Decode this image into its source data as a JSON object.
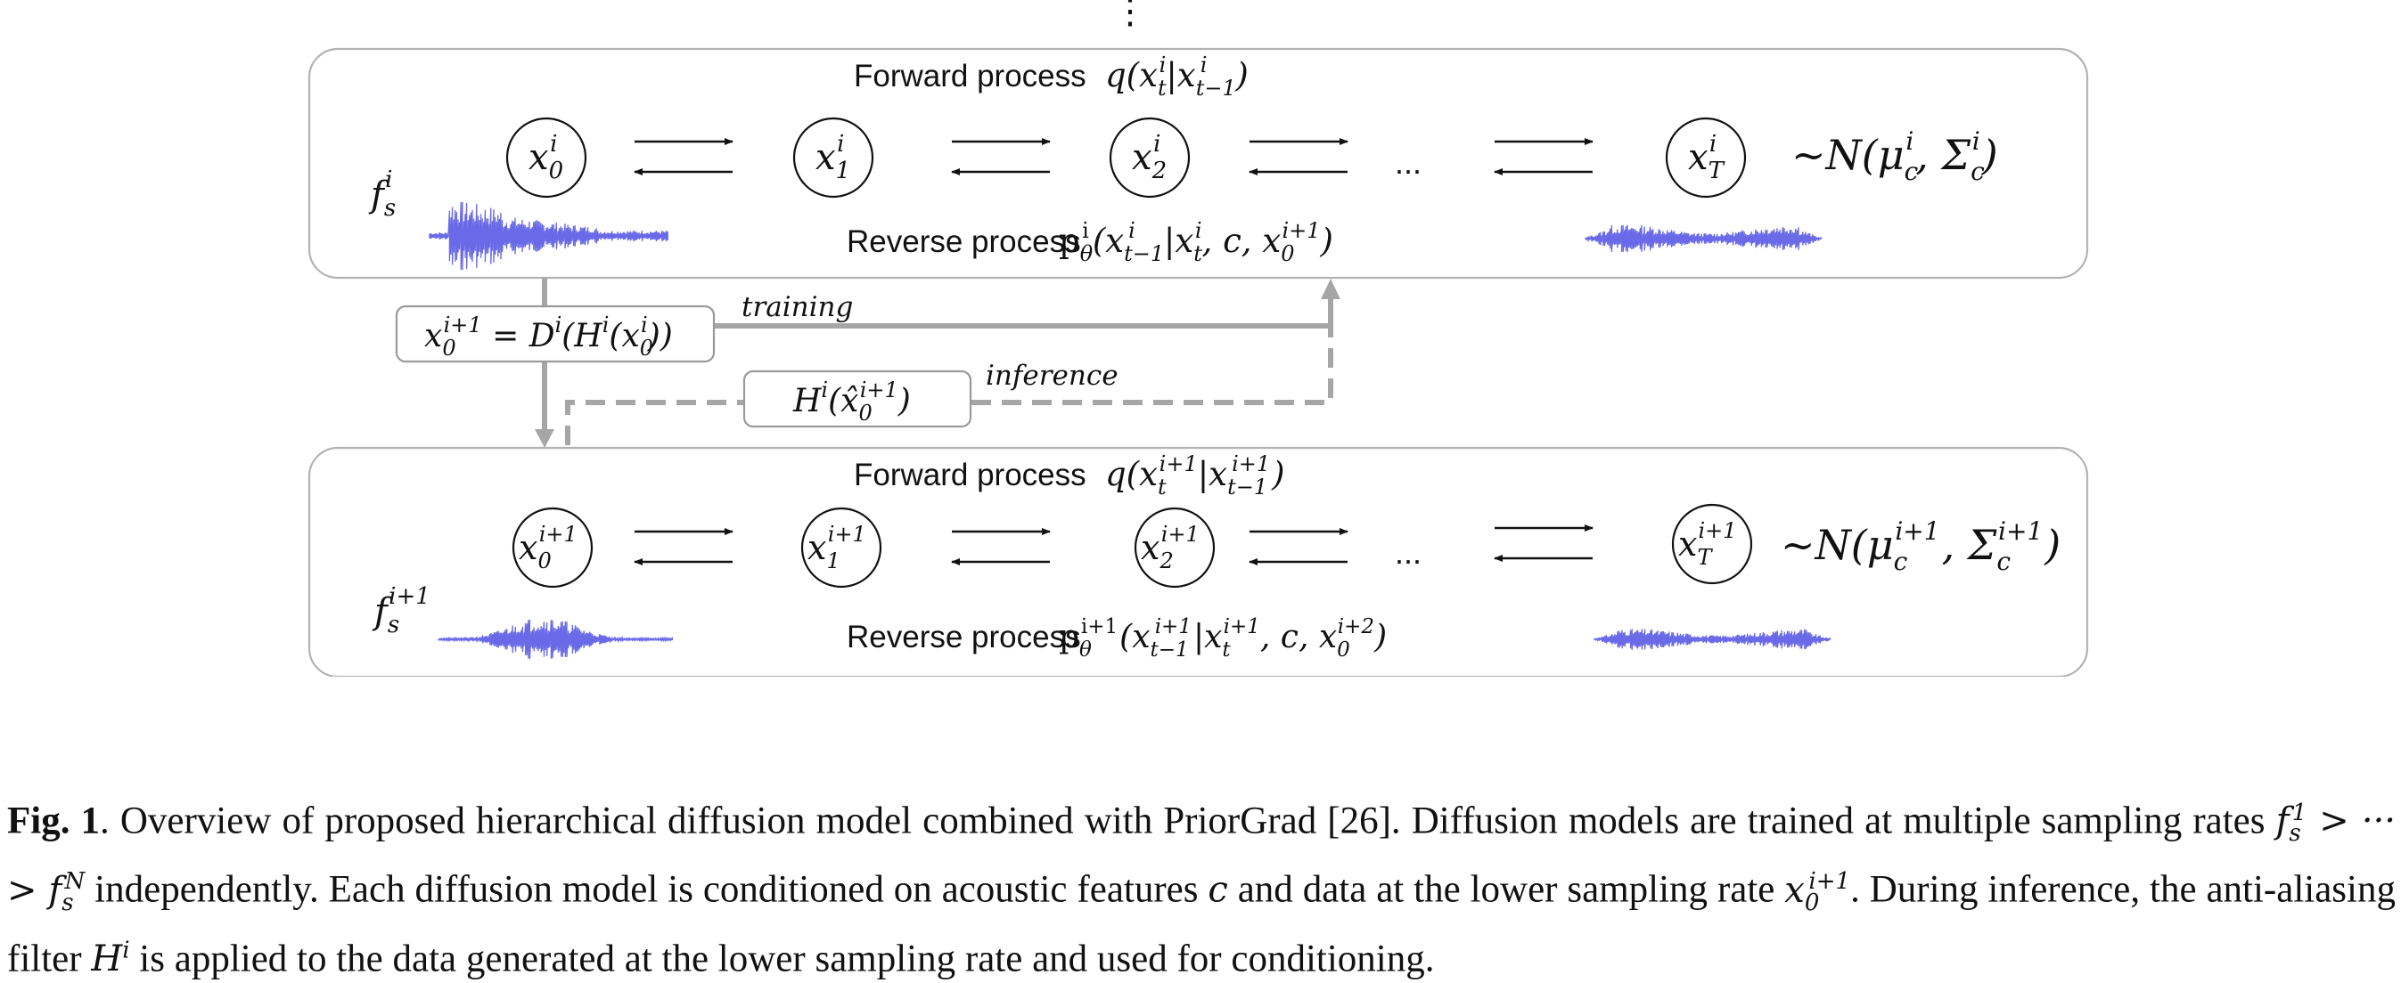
{
  "top_panel": {
    "forward_label": "Forward process",
    "forward_math": "q(x_t^i|x_{t-1}^i)",
    "reverse_label": "Reverse process",
    "reverse_math": "p_θ^i(x_{t-1}^i|x_t^i, c, x_0^{i+1})",
    "rate_label": "f_s^i",
    "distribution": "~N(μ_c^i, Σ_c^i)",
    "nodes": [
      "x_0^i",
      "x_1^i",
      "x_2^i",
      "...",
      "x_T^i"
    ]
  },
  "bottom_panel": {
    "forward_label": "Forward process",
    "forward_math": "q(x_t^{i+1}|x_{t-1}^{i+1})",
    "reverse_label": "Reverse process",
    "reverse_math": "p_θ^{i+1}(x_{t-1}^{i+1}|x_t^{i+1}, c, x_0^{i+2})",
    "rate_label": "f_s^{i+1}",
    "distribution": "~N(μ_c^{i+1}, Σ_c^{i+1})",
    "nodes": [
      "x_0^{i+1}",
      "x_1^{i+1}",
      "x_2^{i+1}",
      "...",
      "x_T^{i+1}"
    ]
  },
  "connectors": {
    "downsample_formula": "x_0^{i+1} = D^i(H^i(x_0^i))",
    "filter_formula": "H^i(x̂_0^{i+1})",
    "training_label": "training",
    "inference_label": "inference"
  },
  "ellipsis_vertical": "⋮",
  "caption": {
    "fig_label": "Fig. 1",
    "text_1": ". Overview of proposed hierarchical diffusion model combined with PriorGrad [26]. Diffusion models are trained at multiple sampling rates ",
    "math_rates": "f_s^1 > ··· > f_s^N",
    "text_2": " independently. Each diffusion model is conditioned on acoustic features ",
    "math_c": "c",
    "text_3": " and data at the lower sampling rate ",
    "math_x": "x_0^{i+1}",
    "text_4": ". During inference, the anti-aliasing filter ",
    "math_h": "H^i",
    "text_5": " is applied to the data generated at the lower sampling rate and used for conditioning."
  },
  "colors": {
    "waveform": "#6a6ae8",
    "connector_gray": "#a6a6a6",
    "panel_border": "#b3b3b3"
  }
}
